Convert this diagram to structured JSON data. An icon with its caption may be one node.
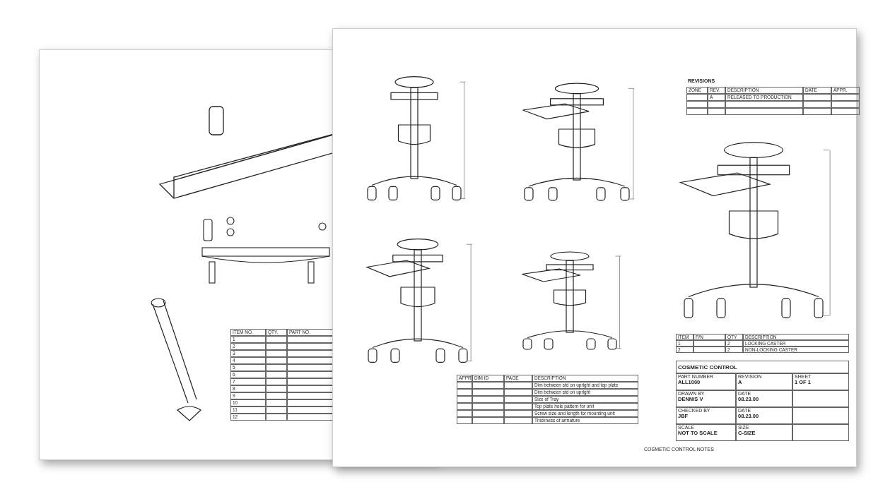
{
  "diagram": {
    "labels": [
      "ITEM NO.",
      "QTY.",
      "PART NO.",
      "1",
      "2",
      "3",
      "4",
      "5",
      "6",
      "7",
      "8",
      "9",
      "10",
      "11",
      "12",
      "REVISIONS",
      "ZONE",
      "REV.",
      "DESCRIPTION",
      "DATE",
      "APPR.",
      "A",
      "RELEASED TO PRODUCTION",
      "APPR",
      "DIM ID",
      "PAGE",
      "DESCRIPTION",
      "Dim between std on upright and top plate",
      "Dim between std on upright",
      "Size of Tray",
      "Top plate hole pattern for unit",
      "Screw size and length for mounting unit",
      "Thickness of armature",
      "COSMETIC CONTROL NOTES",
      "ITEM",
      "P/N",
      "QTY",
      "DESCRIPTION",
      "1",
      "2",
      "LOCKING CASTER",
      "2",
      "2",
      "NON-LOCKING CASTER",
      "COSMETIC CONTROL",
      "PART NUMBER",
      "ALL1000",
      "REVISION",
      "A",
      "SHEET",
      "1 OF 1",
      "DRAWN BY",
      "DENNIS V",
      "DATE",
      "08.23.00",
      "CHECKED BY",
      "JBF",
      "DATE",
      "08.23.00",
      "SCALE",
      "NOT TO SCALE",
      "SIZE",
      "C-SIZE"
    ]
  }
}
